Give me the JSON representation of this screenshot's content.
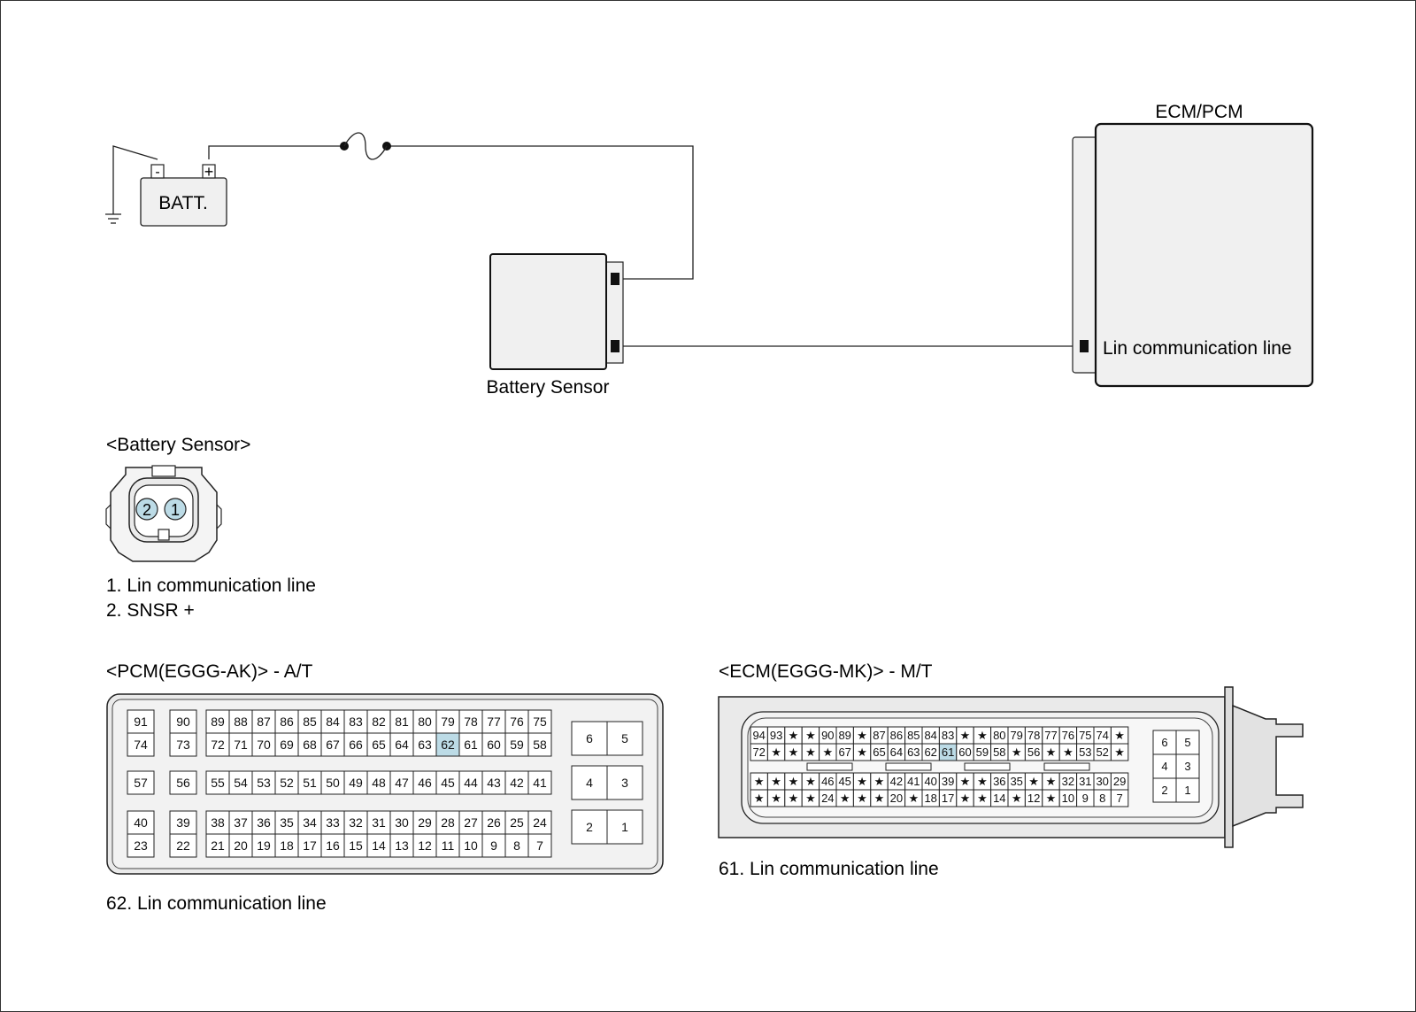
{
  "circuit": {
    "battery_label": "BATT.",
    "neg_symbol": "-",
    "pos_symbol": "+",
    "sensor_label": "Battery Sensor",
    "ecm_title": "ECM/PCM",
    "ecm_lin_label": "Lin communication line"
  },
  "battery_sensor_connector": {
    "title": "<Battery Sensor>",
    "pins": [
      "2",
      "1"
    ],
    "legend": [
      "1. Lin communication line",
      "2. SNSR +"
    ]
  },
  "pcm_connector": {
    "title": "<PCM(EGGG-AK)> - A/T",
    "note": "62. Lin communication line",
    "highlight": "62",
    "highlight_color": "#bcdbe6",
    "top_rows": [
      [
        "89",
        "88",
        "87",
        "86",
        "85",
        "84",
        "83",
        "82",
        "81",
        "80",
        "79",
        "78",
        "77",
        "76",
        "75"
      ],
      [
        "72",
        "71",
        "70",
        "69",
        "68",
        "67",
        "66",
        "65",
        "64",
        "63",
        "62",
        "61",
        "60",
        "59",
        "58"
      ]
    ],
    "top_left_pairs": [
      [
        "91",
        "74"
      ],
      [
        "90",
        "73"
      ]
    ],
    "mid_row": [
      "55",
      "54",
      "53",
      "52",
      "51",
      "50",
      "49",
      "48",
      "47",
      "46",
      "45",
      "44",
      "43",
      "42",
      "41"
    ],
    "mid_left": [
      "57",
      "56"
    ],
    "bottom_rows": [
      [
        "38",
        "37",
        "36",
        "35",
        "34",
        "33",
        "32",
        "31",
        "30",
        "29",
        "28",
        "27",
        "26",
        "25",
        "24"
      ],
      [
        "21",
        "20",
        "19",
        "18",
        "17",
        "16",
        "15",
        "14",
        "13",
        "12",
        "11",
        "10",
        "9",
        "8",
        "7"
      ]
    ],
    "bottom_left_pairs": [
      [
        "40",
        "23"
      ],
      [
        "39",
        "22"
      ]
    ],
    "power_pins": [
      [
        "6",
        "5"
      ],
      [
        "4",
        "3"
      ],
      [
        "2",
        "1"
      ]
    ]
  },
  "ecm_connector": {
    "title": "<ECM(EGGG-MK)> - M/T",
    "note": "61. Lin communication line",
    "highlight": "61",
    "highlight_color": "#bcdbe6",
    "rows": [
      [
        "94",
        "93",
        "*",
        "*",
        "90",
        "89",
        "*",
        "87",
        "86",
        "85",
        "84",
        "83",
        "*",
        "*",
        "80",
        "79",
        "78",
        "77",
        "76",
        "75",
        "74",
        "*"
      ],
      [
        "72",
        "*",
        "*",
        "*",
        "*",
        "67",
        "*",
        "65",
        "64",
        "63",
        "62",
        "61",
        "60",
        "59",
        "58",
        "*",
        "56",
        "*",
        "*",
        "53",
        "52",
        "*"
      ],
      [
        "*",
        "*",
        "*",
        "*",
        "46",
        "45",
        "*",
        "*",
        "42",
        "41",
        "40",
        "39",
        "*",
        "*",
        "36",
        "35",
        "*",
        "*",
        "32",
        "31",
        "30",
        "29"
      ],
      [
        "*",
        "*",
        "*",
        "*",
        "24",
        "*",
        "*",
        "*",
        "20",
        "*",
        "18",
        "17",
        "*",
        "*",
        "14",
        "*",
        "12",
        "*",
        "10",
        "9",
        "8",
        "7"
      ]
    ],
    "power_pins": [
      [
        "6",
        "5"
      ],
      [
        "4",
        "3"
      ],
      [
        "2",
        "1"
      ]
    ]
  }
}
